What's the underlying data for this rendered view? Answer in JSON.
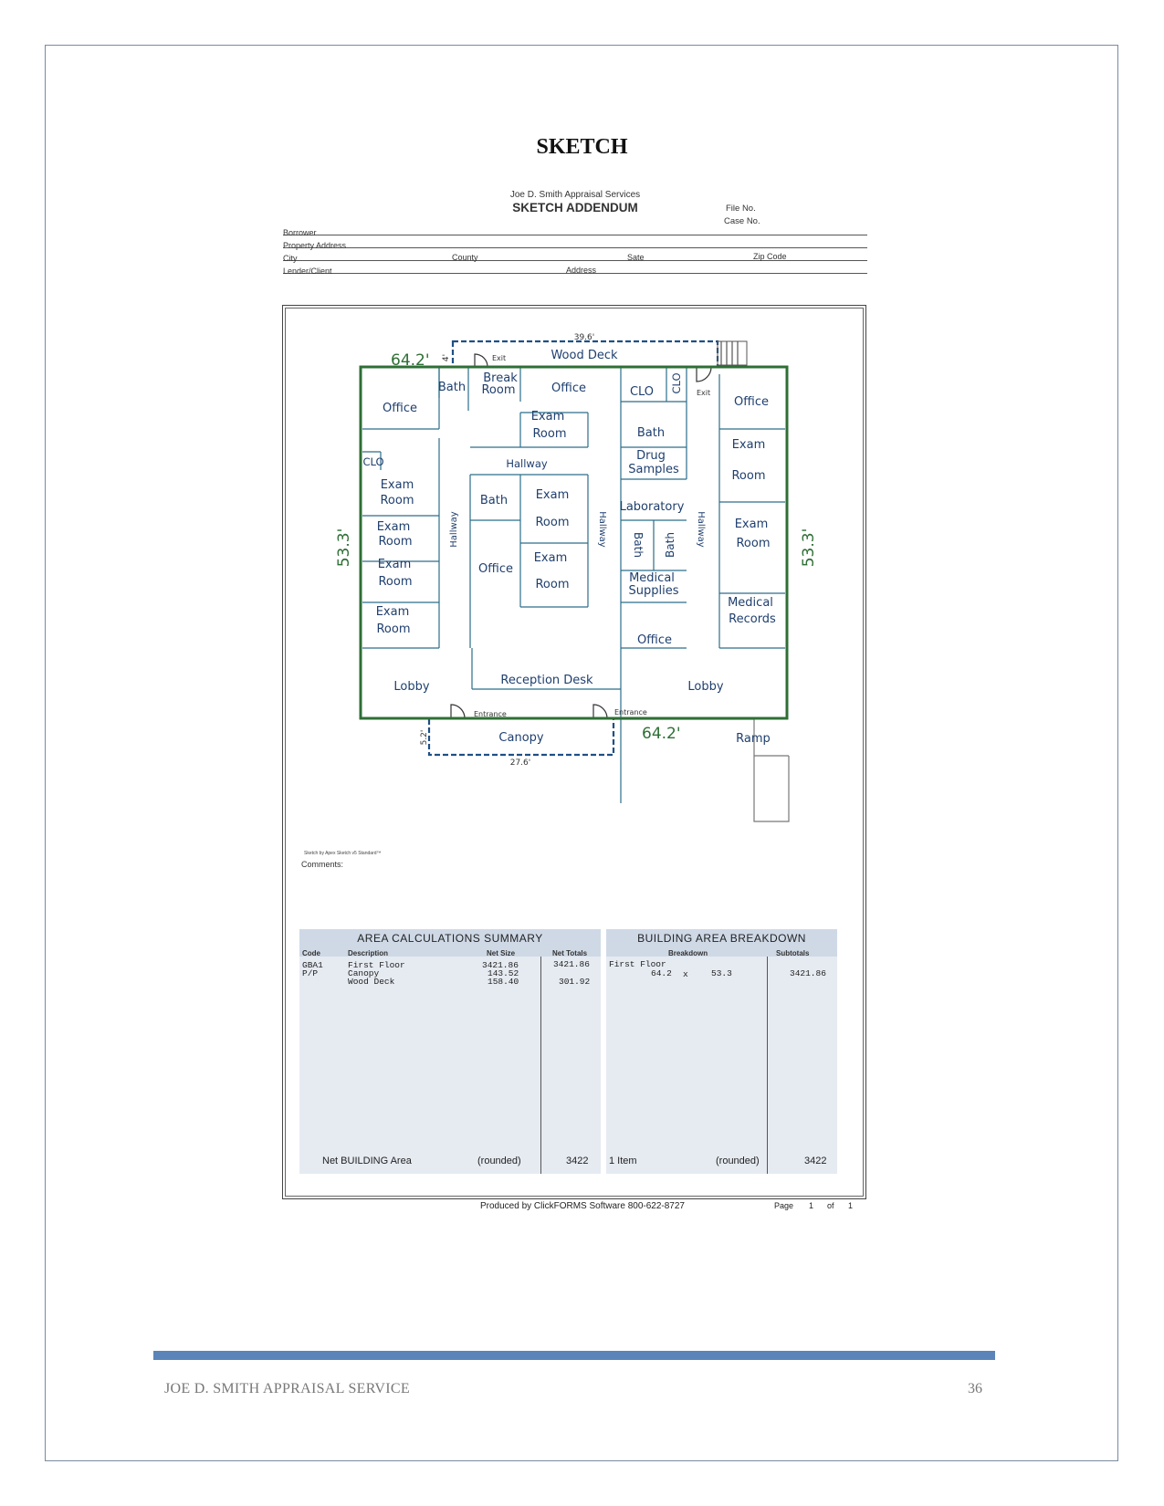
{
  "page_title": "SKETCH",
  "form": {
    "company": "Joe D. Smith Appraisal Services",
    "addendum_title": "SKETCH ADDENDUM",
    "file_no": "File No.",
    "case_no": "Case No.",
    "borrower": "Borrower",
    "property_address": "Property Address",
    "city": "City",
    "county": "County",
    "state": "Sate",
    "zip": "Zip Code",
    "lender": "Lender/Client",
    "address": "Address"
  },
  "sketch": {
    "dim_top": "64.2'",
    "dim_bottom": "64.2'",
    "dim_left": "53.3'",
    "dim_right": "53.3'",
    "deck_width": "39.6'",
    "deck_depth": "4'",
    "canopy_width": "27.6'",
    "canopy_depth": "5.2'",
    "labels": {
      "wood_deck": "Wood Deck",
      "exit": "Exit",
      "exit2": "Exit",
      "bath1": "Bath",
      "break_room_1": "Break",
      "break_room_2": "Room",
      "office_top": "Office",
      "clo_top": "CLO",
      "clo_vert": "CLO",
      "office_left": "Office",
      "office_right": "Office",
      "exam_center_1": "Exam",
      "exam_center_2": "Room",
      "bath_center_r": "Bath",
      "clo_left": "CLO",
      "hallway_top": "Hallway",
      "drug_1": "Drug",
      "drug_2": "Samples",
      "exam_r1_1": "Exam",
      "exam_r1_2": "Room",
      "exam_l1_1": "Exam",
      "exam_l1_2": "Room",
      "bath_c": "Bath",
      "exam_c2_1": "Exam",
      "exam_c2_2": "Room",
      "hallway_l": "Hallway",
      "hallway_m": "Hallway",
      "hallway_r": "Hallway",
      "laboratory": "Laboratory",
      "bath_v1": "Bath",
      "bath_v2": "Bath",
      "exam_l2_1": "Exam",
      "exam_l2_2": "Room",
      "exam_r2_1": "Exam",
      "exam_r2_2": "Room",
      "exam_l3_1": "Exam",
      "exam_l3_2": "Room",
      "office_c": "Office",
      "exam_c3_1": "Exam",
      "exam_c3_2": "Room",
      "medsup_1": "Medical",
      "medsup_2": "Supplies",
      "medrec_1": "Medical",
      "medrec_2": "Records",
      "exam_l4_1": "Exam",
      "exam_l4_2": "Room",
      "office_bottom": "Office",
      "lobby_left": "Lobby",
      "reception": "Reception Desk",
      "lobby_right": "Lobby",
      "entrance1": "Entrance",
      "entrance2": "Entrance",
      "canopy": "Canopy",
      "ramp": "Ramp"
    },
    "credit": "Sketch by Apex Sketch v5 Standard™",
    "comments": "Comments:"
  },
  "area_calc": {
    "title": "AREA  CALCULATIONS  SUMMARY",
    "headers": {
      "code": "Code",
      "description": "Description",
      "net_size": "Net Size",
      "net_totals": "Net Totals"
    },
    "rows": [
      {
        "code": "GBA1",
        "description": "First Floor",
        "net_size": "3421.86",
        "net_total": "3421.86"
      },
      {
        "code": "P/P",
        "description": "Canopy",
        "net_size": "143.52",
        "net_total": ""
      },
      {
        "code": "",
        "description": "Wood Deck",
        "net_size": "158.40",
        "net_total": "301.92"
      }
    ],
    "footer_label": "Net BUILDING Area",
    "footer_rounded": "(rounded)",
    "footer_value": "3422"
  },
  "breakdown": {
    "title": "BUILDING  AREA  BREAKDOWN",
    "headers": {
      "breakdown": "Breakdown",
      "subtotals": "Subtotals"
    },
    "floor": "First Floor",
    "dim_a": "64.2",
    "x": "x",
    "dim_b": "53.3",
    "subtotal": "3421.86",
    "footer_items": "1 Item",
    "footer_rounded": "(rounded)",
    "footer_value": "3422"
  },
  "produced_by": "Produced by ClickFORMS Software 800-622-8727",
  "page_label": "Page",
  "page_num": "1",
  "page_of": "of",
  "page_total": "1",
  "footer": {
    "company": "JOE D. SMITH APPRAISAL SERVICE",
    "page_number": "36"
  }
}
